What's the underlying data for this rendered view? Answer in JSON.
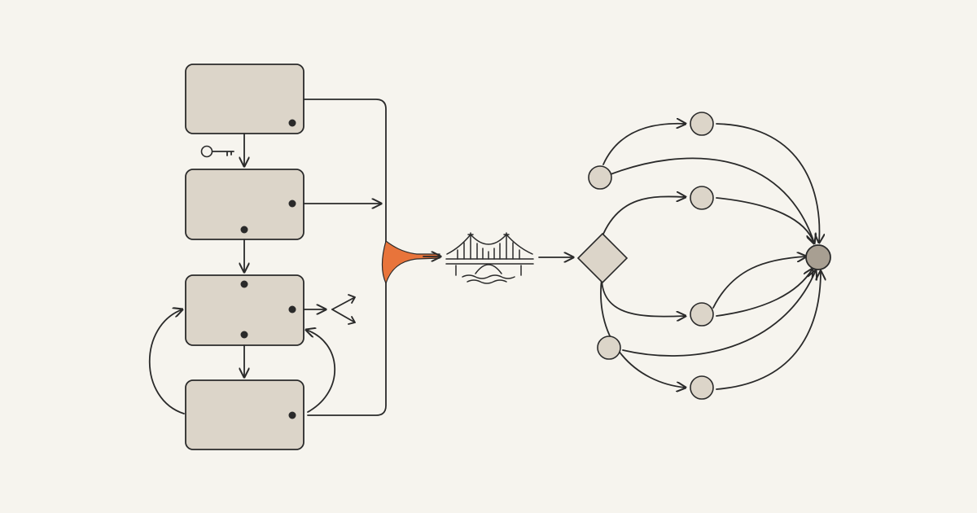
{
  "colors": {
    "background": "#f6f4ee",
    "box_fill": "#dcd5c9",
    "stroke": "#2a2a2a",
    "accent": "#e8743b",
    "sink_fill": "#a89f92"
  },
  "diagram": {
    "left_flow": {
      "boxes": [
        "box-1",
        "box-2",
        "box-3",
        "box-4"
      ],
      "icons": [
        "key-icon",
        "fork-arrow-icon"
      ]
    },
    "merge": {
      "icons": [
        "merge-funnel-icon",
        "bridge-icon"
      ]
    },
    "right_graph": {
      "decision": "diamond",
      "node_count": 7,
      "sink": "sink-node"
    }
  }
}
